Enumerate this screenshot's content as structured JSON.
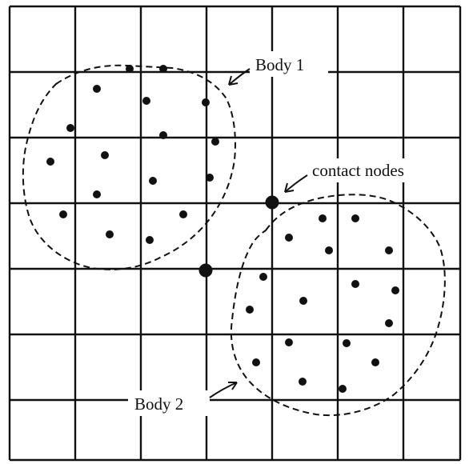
{
  "labels": {
    "body1": "Body 1",
    "body2": "Body 2",
    "contact": "contact nodes"
  },
  "colors": {
    "ink": "#111111",
    "background": "#ffffff"
  }
}
